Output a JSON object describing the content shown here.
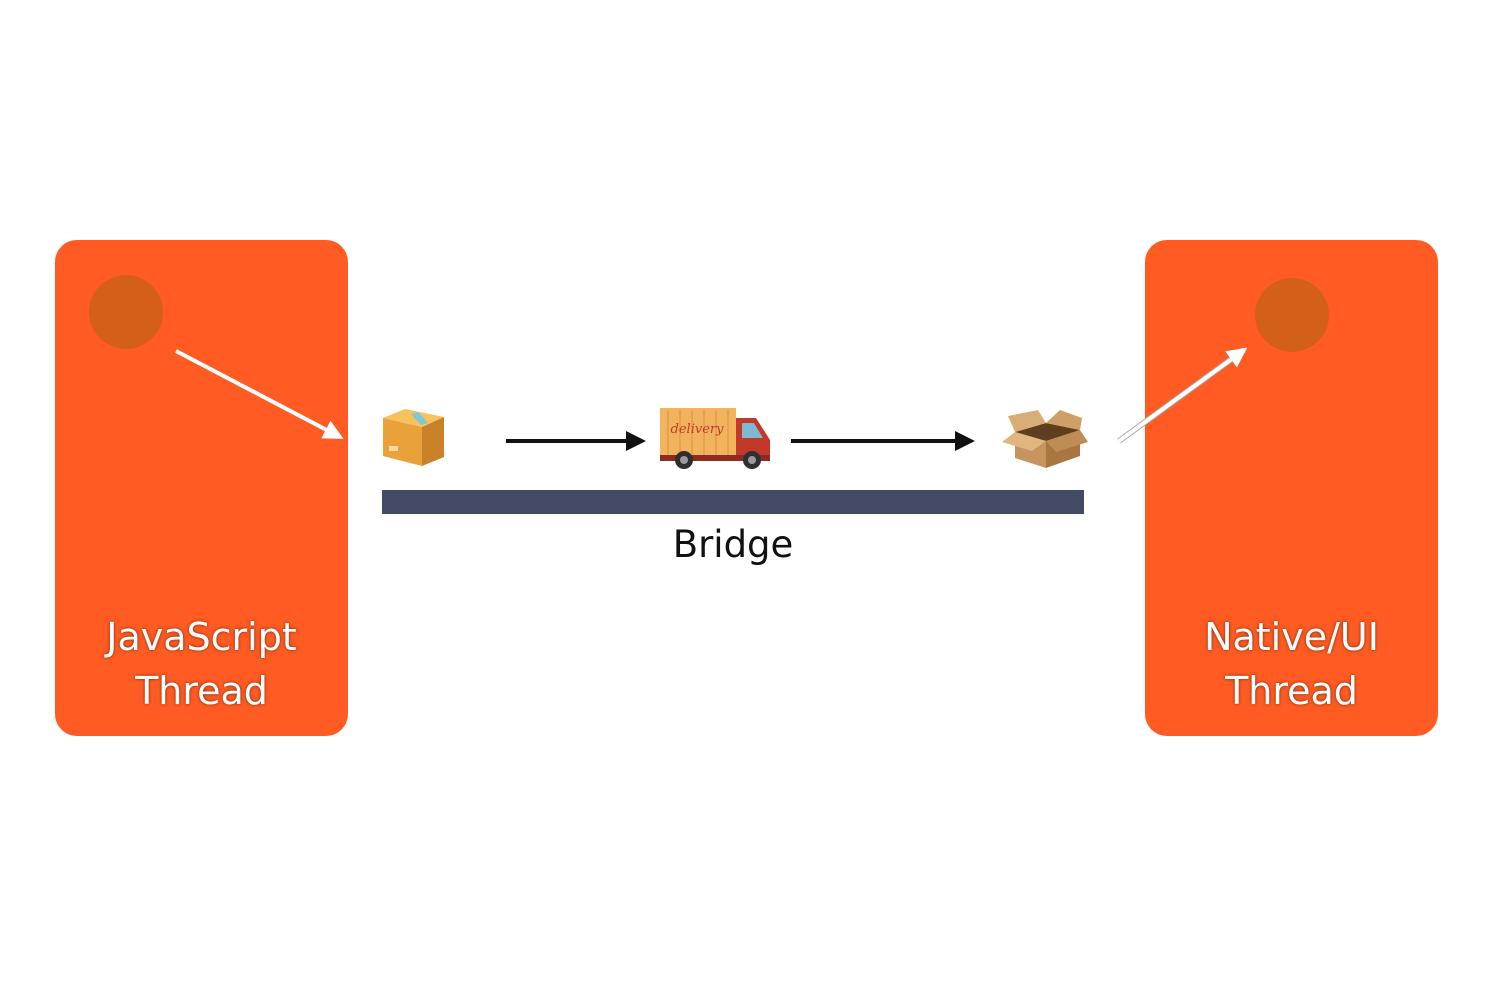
{
  "colors": {
    "card": "#FF5B22",
    "dot": "#D45F18",
    "bridge_bar": "#434A63",
    "arrow": "#111111",
    "label_text": "#FFFFFF"
  },
  "js_thread": {
    "line1": "JavaScript",
    "line2": "Thread"
  },
  "native_thread": {
    "line1": "Native/UI",
    "line2": "Thread"
  },
  "bridge": {
    "label": "Bridge"
  },
  "icons": [
    "closed-box-icon",
    "delivery-truck-icon",
    "open-box-icon"
  ],
  "truck_logo_text": "delivery"
}
